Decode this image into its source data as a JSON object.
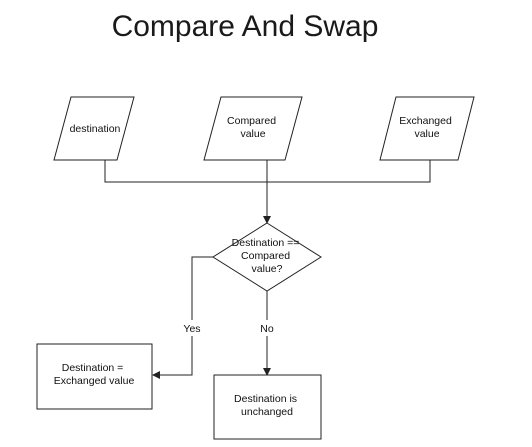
{
  "title": "Compare And Swap",
  "inputs": {
    "destination": [
      "destination"
    ],
    "compared": [
      "Compared",
      "value"
    ],
    "exchanged": [
      "Exchanged",
      "value"
    ]
  },
  "decision": [
    "Destination ==",
    "Compared",
    "value?"
  ],
  "branches": {
    "yes": "Yes",
    "no": "No"
  },
  "outcomes": {
    "yes_box": [
      "Destination =",
      "Exchanged value"
    ],
    "no_box": [
      "Destination is",
      "unchanged"
    ]
  }
}
